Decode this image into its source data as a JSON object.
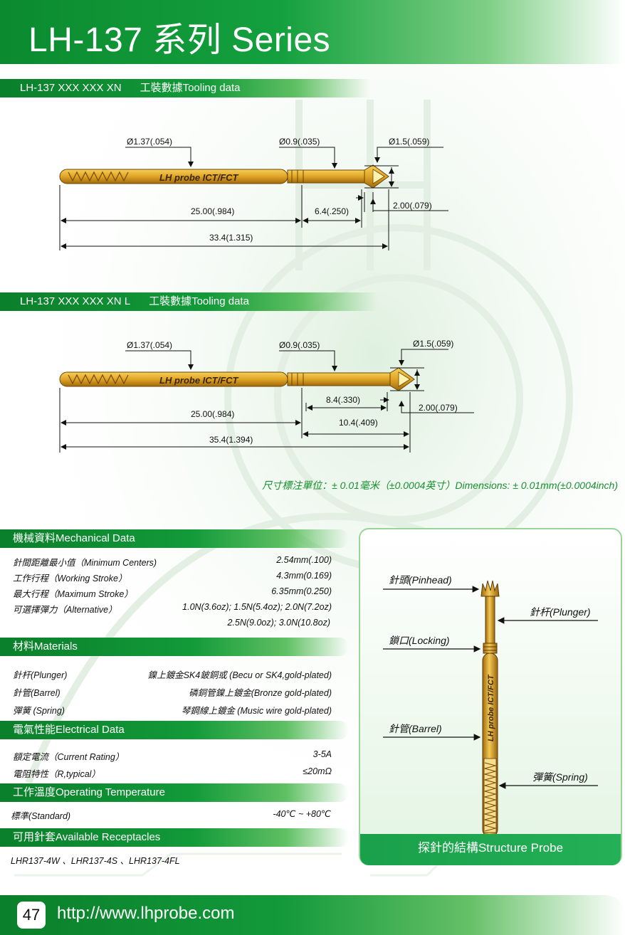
{
  "page": {
    "title": "LH-137 系列 Series",
    "page_number": "47",
    "url": "http://www.lhprobe.com"
  },
  "drawing1": {
    "model": "LH-137 XXX XXX XN",
    "section": "工裝數據Tooling data",
    "probe_text": "LH probe    ICT/FCT",
    "dims": {
      "barrel_dia": "Ø1.37(.054)",
      "plunger_dia": "Ø0.9(.035)",
      "tip_dia": "Ø1.5(.059)",
      "barrel_len": "25.00(.984)",
      "plunger_len": "6.4(.250)",
      "tip_len": "2.00(.079)",
      "total_len": "33.4(1.315)"
    }
  },
  "drawing2": {
    "model": "LH-137 XXX XXX XN L",
    "section": "工裝數據Tooling data",
    "probe_text": "LH probe    ICT/FCT",
    "dims": {
      "barrel_dia": "Ø1.37(.054)",
      "plunger_dia": "Ø0.9(.035)",
      "tip_dia": "Ø1.5(.059)",
      "inner_len": "8.4(.330)",
      "tip_len": "2.00(.079)",
      "barrel_len": "25.00(.984)",
      "plunger_len": "10.4(.409)",
      "total_len": "35.4(1.394)"
    }
  },
  "dimensions_note": "尺寸標注單位：± 0.01毫米（±0.0004英寸）Dimensions: ± 0.01mm(±0.0004inch)",
  "mechanical": {
    "header": "機械資料Mechanical Data",
    "rows": [
      {
        "label": "針間距離最小值（Minimum Centers)",
        "value": "2.54mm(.100)"
      },
      {
        "label": "工作行程（Working Stroke）",
        "value": "4.3mm(0.169)"
      },
      {
        "label": "最大行程（Maximum Stroke）",
        "value": "6.35mm(0.250)"
      },
      {
        "label": "可選擇彈力（Alternative）",
        "value": "1.0N(3.6oz); 1.5N(5.4oz);  2.0N(7.2oz)"
      }
    ],
    "extra_value": "2.5N(9.0oz); 3.0N(10.8oz)"
  },
  "materials": {
    "header": "材料Materials",
    "rows": [
      {
        "label": "針杆(Plunger)",
        "value": "鎳上鍍金SK4鈹銅或 (Becu or SK4,gold-plated)"
      },
      {
        "label": "針管(Barrel)",
        "value": "磷銅管鎳上鍍金(Bronze gold-plated)"
      },
      {
        "label": "彈簧 (Spring)",
        "value": "琴鋼線上鍍金 (Music wire gold-plated)"
      }
    ]
  },
  "electrical": {
    "header": "電氣性能Electrical Data",
    "rows": [
      {
        "label": "額定電流（Current Rating）",
        "value": "3-5A"
      },
      {
        "label": "電阻特性（R,typical）",
        "value": "≤20mΩ"
      }
    ]
  },
  "temperature": {
    "header": "工作溫度Operating Temperature",
    "rows": [
      {
        "label": "標準(Standard)",
        "value": "-40℃  ~  +80℃"
      }
    ]
  },
  "receptacles": {
    "header": "可用針套Available Receptacles",
    "text": "LHR137-4W 、LHR137-4S 、LHR137-4FL"
  },
  "structure": {
    "caption": "探針的結構Structure Probe",
    "pinhead": "針頭(Pinhead)",
    "plunger": "針杆(Plunger)",
    "locking": "鎖口(Locking)",
    "barrel": "針管(Barrel)",
    "spring": "彈簧(Spring)",
    "probe_text": "LH probe    ICT/FCT"
  },
  "colors": {
    "green_dark": "#0b7f2b",
    "green_light": "#5fc063",
    "gold": "#e0a526",
    "gold_dark": "#8a5a0a"
  }
}
